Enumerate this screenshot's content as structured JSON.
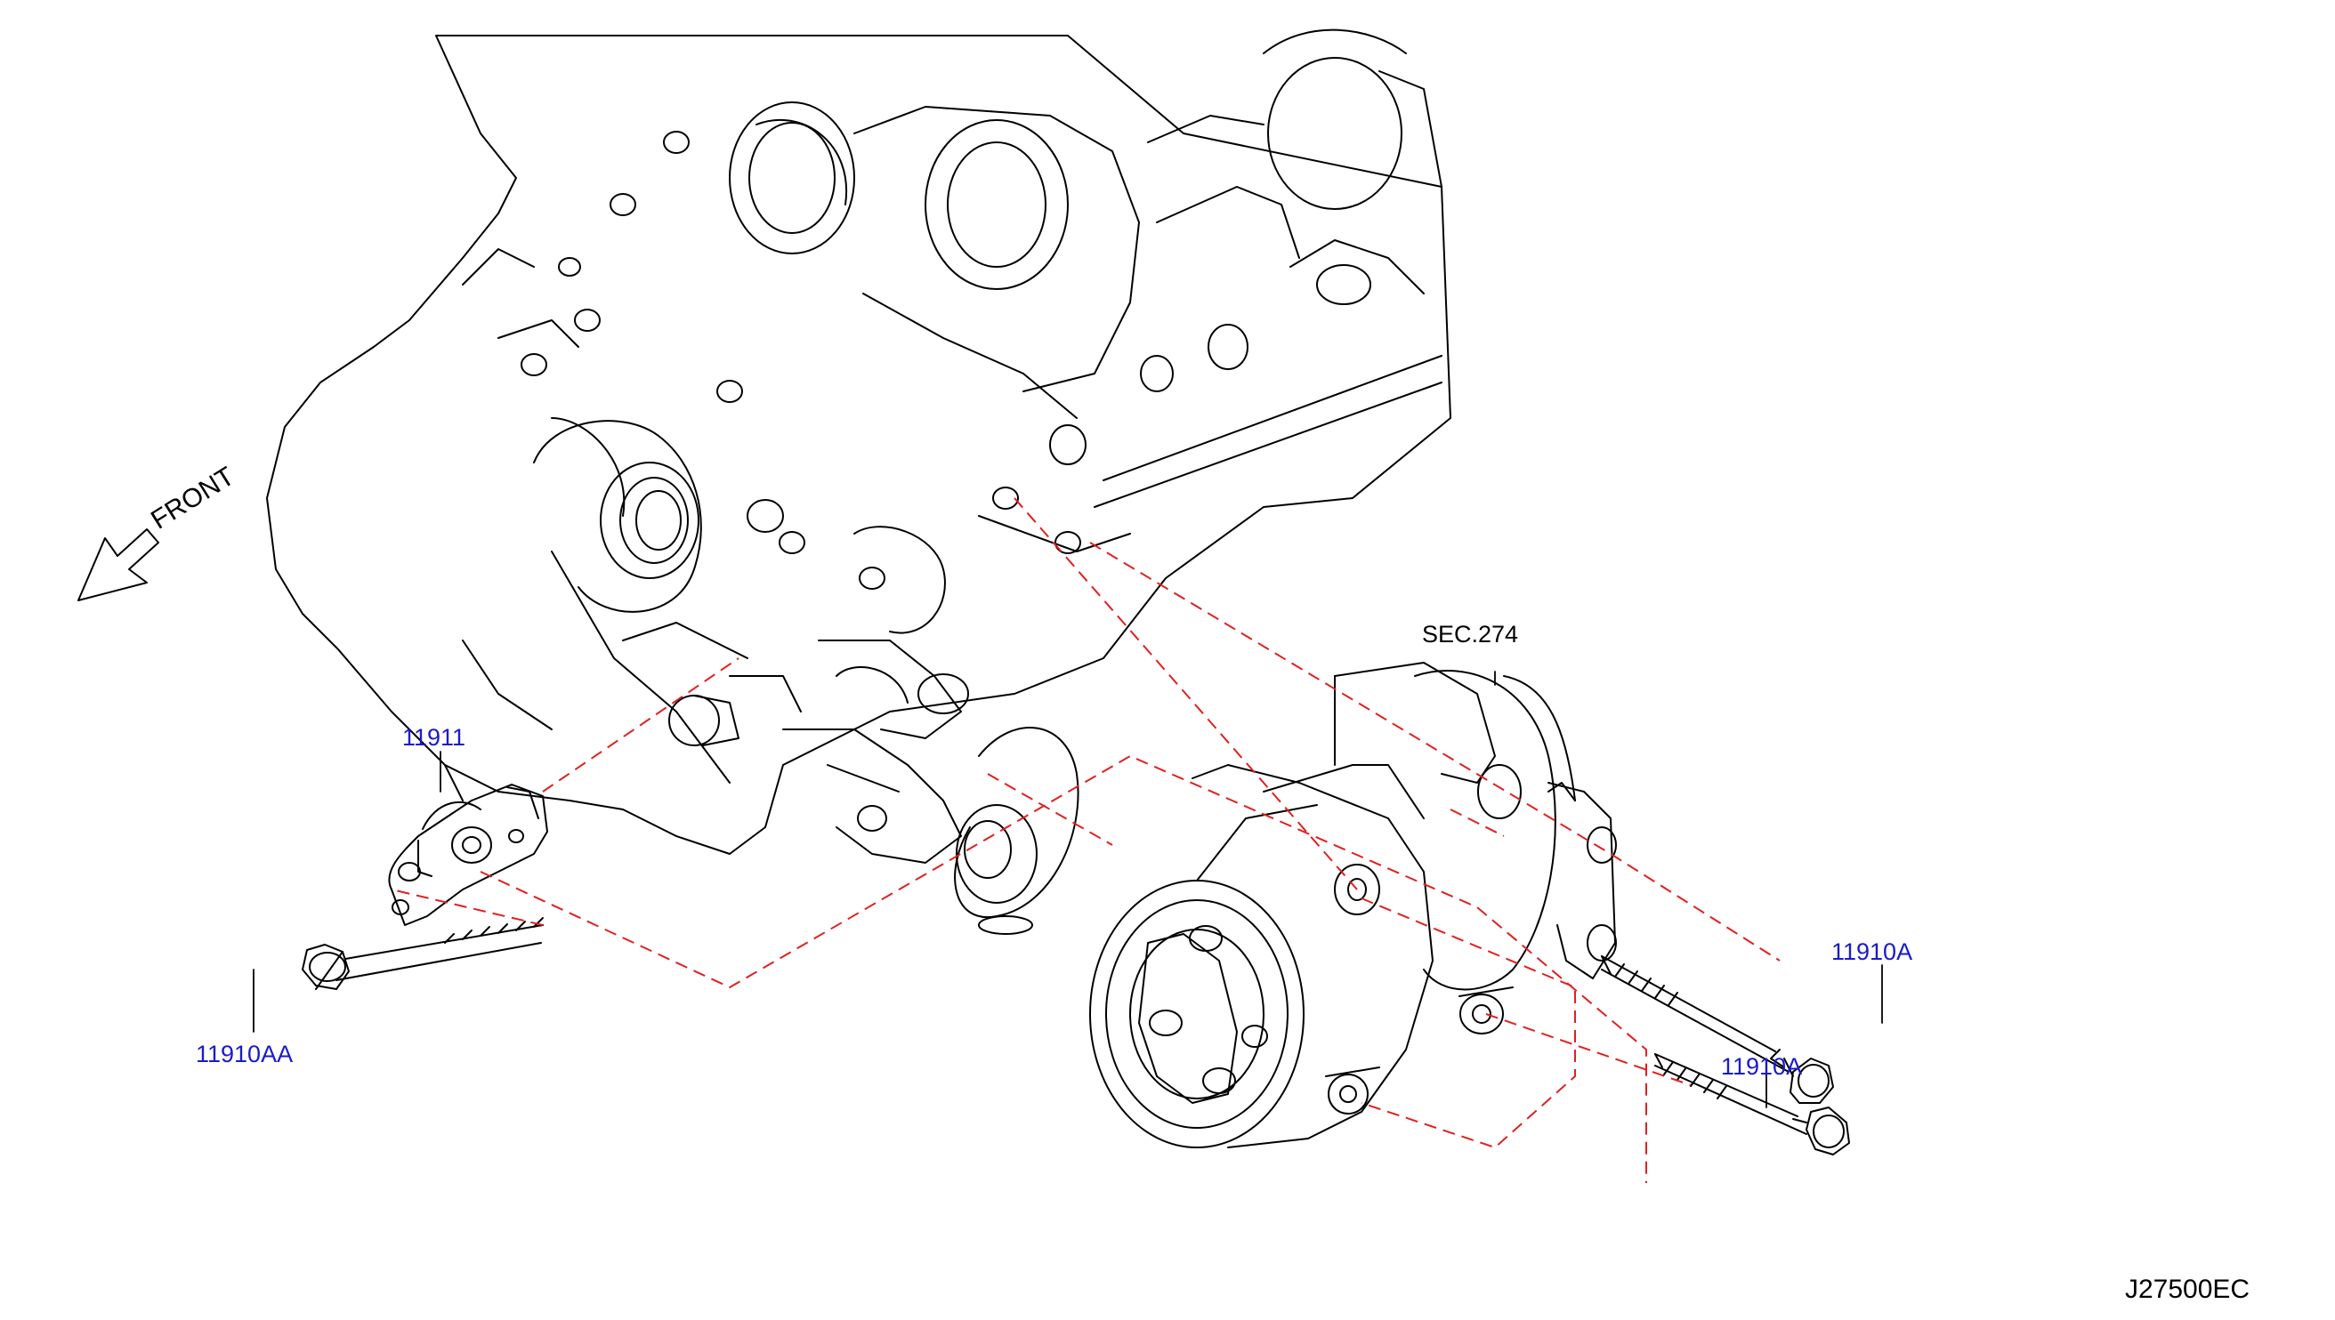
{
  "diagram": {
    "direction_label": "FRONT",
    "section_ref": "SEC.274",
    "drawing_code": "J27500EC",
    "parts": [
      {
        "id": "bracket",
        "number": "11911"
      },
      {
        "id": "bolt_short",
        "number": "11910AA"
      },
      {
        "id": "bolt_long_upper",
        "number": "11910A"
      },
      {
        "id": "bolt_long_lower",
        "number": "11910A"
      }
    ],
    "colors": {
      "line_art": "#000000",
      "part_number_text": "#1a1acc",
      "dashed_guides": "#e02020",
      "background": "#ffffff"
    }
  }
}
